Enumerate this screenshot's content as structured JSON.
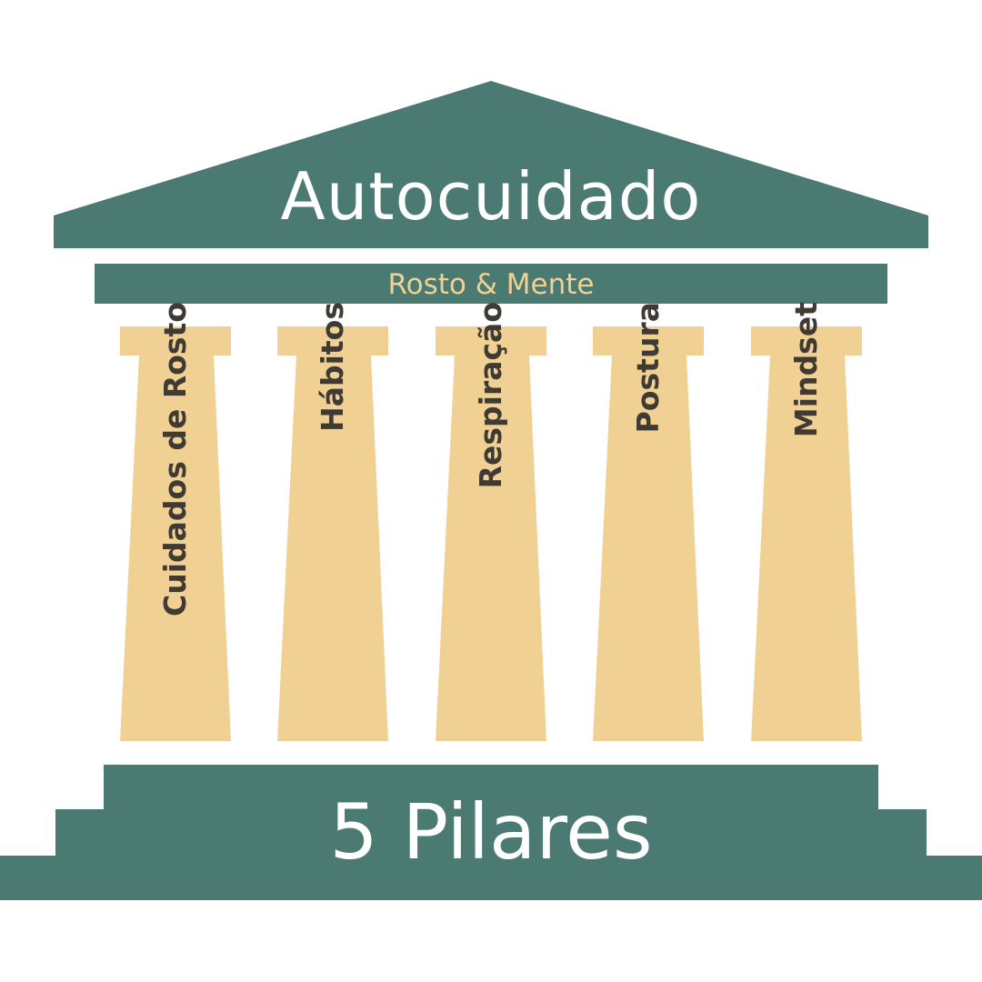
{
  "colors": {
    "teal": "#4a7a72",
    "sand": "#f1d193",
    "label_dark": "#3f3a34",
    "title_white": "#ffffff",
    "background": "#ffffff"
  },
  "roof": {
    "title": "Autocuidado"
  },
  "beam": {
    "subtitle": "Rosto & Mente"
  },
  "pillars": [
    {
      "label": "Cuidados de Rosto"
    },
    {
      "label": "Hábitos"
    },
    {
      "label": "Respiração"
    },
    {
      "label": "Postura"
    },
    {
      "label": "Mindset"
    }
  ],
  "base": {
    "title": "5 Pilares"
  }
}
